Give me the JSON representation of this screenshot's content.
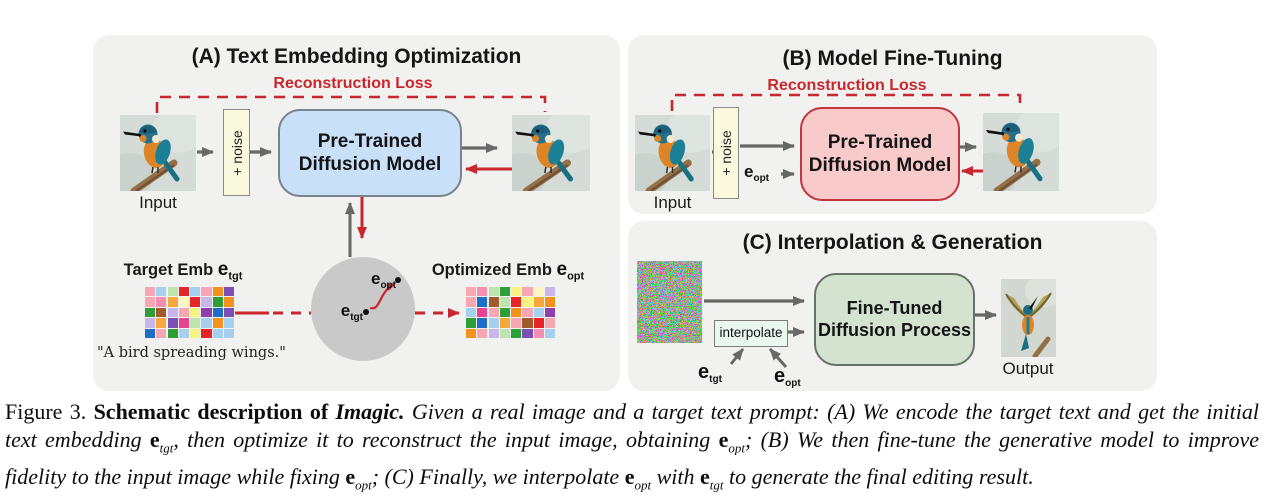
{
  "colors": {
    "panel_bg": "#f1f1ef",
    "red": "#c8272e",
    "arrow_gray": "#686868",
    "blue_box_fill": "#c8e0f8",
    "pink_box_fill": "#f9caca",
    "pink_box_border": "#c2353f",
    "green_box_fill": "#d3e3d0",
    "noise_box_fill": "#fbf9dd",
    "interpolate_fill": "#eaf8f0",
    "embedding_circle": "#c9c9c9"
  },
  "symbols": {
    "e": "e",
    "tgt": "tgt",
    "opt": "opt"
  },
  "panel_a": {
    "title": "(A) Text Embedding Optimization",
    "loss_label": "Reconstruction Loss",
    "input_label": "Input",
    "noise_label": "+ noise",
    "model_line1": "Pre-Trained",
    "model_line2": "Diffusion Model",
    "target_emb_label": "Target Emb",
    "optimized_emb_label": "Optimized Emb",
    "prompt": "\"A bird spreading wings.\"",
    "target_grid": [
      [
        "#f7a6b4",
        "#a6d0f0",
        "#bfe3ae",
        "#e52528",
        "#a6d0f0",
        "#f7a6b4",
        "#f5921e",
        "#7c4fb5"
      ],
      [
        "#f7a6b4",
        "#f48fb1",
        "#f7a83d",
        "#fdf6c3",
        "#e52528",
        "#c9b6ea",
        "#2e9e38",
        "#f5921e"
      ],
      [
        "#2e9e38",
        "#a05a2c",
        "#c9b6ea",
        "#f7a6b4",
        "#f8f483",
        "#8e3fae",
        "#1e6ec8",
        "#7c4fb5"
      ],
      [
        "#c9b6ea",
        "#f7a83d",
        "#7c4fb5",
        "#e84393",
        "#bfe3ae",
        "#a6d0f0",
        "#f5921e",
        "#a6d0f0"
      ],
      [
        "#1e6ec8",
        "#f7a6b4",
        "#2e9e38",
        "#a6d0f0",
        "#f8f483",
        "#e52528",
        "#a6d0f0",
        "#a6d0f0"
      ]
    ],
    "optimized_grid": [
      [
        "#f7a6b4",
        "#f48fb1",
        "#bfe3ae",
        "#2e9e38",
        "#f8f483",
        "#f7a6b4",
        "#fdf6c3",
        "#c9b6ea"
      ],
      [
        "#f7a6b4",
        "#1e6ec8",
        "#a05a2c",
        "#bfe3ae",
        "#e52528",
        "#f8f483",
        "#f7a83d",
        "#f5921e"
      ],
      [
        "#a6d0f0",
        "#e84393",
        "#f7a6b4",
        "#2e9e38",
        "#f5921e",
        "#f7a6b4",
        "#a6d0f0",
        "#8e3fae"
      ],
      [
        "#2e9e38",
        "#1e6ec8",
        "#a6d0f0",
        "#f7a83d",
        "#f7a6b4",
        "#a05a2c",
        "#e52528",
        "#f7a6b4"
      ],
      [
        "#f5921e",
        "#f7a6b4",
        "#c9b6ea",
        "#bfe3ae",
        "#2e9e38",
        "#7c4fb5",
        "#f48fb1",
        "#a6d0f0"
      ]
    ]
  },
  "panel_b": {
    "title": "(B) Model Fine-Tuning",
    "loss_label": "Reconstruction Loss",
    "input_label": "Input",
    "noise_label": "+ noise",
    "model_line1": "Pre-Trained",
    "model_line2": "Diffusion Model"
  },
  "panel_c": {
    "title": "(C) Interpolation & Generation",
    "interpolate_label": "interpolate",
    "model_line1": "Fine-Tuned",
    "model_line2": "Diffusion Process",
    "output_label": "Output"
  },
  "caption": {
    "lines": [
      {
        "justify": true,
        "spans": [
          {
            "t": "Figure 3. ",
            "s": "n"
          },
          {
            "t": "Schematic description of ",
            "s": "b"
          },
          {
            "t": "Imagic.",
            "s": "bi"
          },
          {
            "t": " Given a real image and a target text prompt: (A) We encode the target text and get the initial",
            "s": "i"
          }
        ]
      },
      {
        "justify": true,
        "spans": [
          {
            "t": "text embedding ",
            "s": "i"
          },
          {
            "e": "tgt"
          },
          {
            "t": ", then optimize it to reconstruct the input image, obtaining ",
            "s": "i"
          },
          {
            "e": "opt"
          },
          {
            "t": "; (B) We then fine-tune the generative model to improve",
            "s": "i"
          }
        ]
      },
      {
        "justify": false,
        "spans": [
          {
            "t": "fidelity to the input image while fixing ",
            "s": "i"
          },
          {
            "e": "opt"
          },
          {
            "t": "; (C) Finally, we interpolate ",
            "s": "i"
          },
          {
            "e": "opt"
          },
          {
            "t": " with ",
            "s": "i"
          },
          {
            "e": "tgt"
          },
          {
            "t": " to generate the final editing result.",
            "s": "i"
          }
        ]
      }
    ]
  }
}
